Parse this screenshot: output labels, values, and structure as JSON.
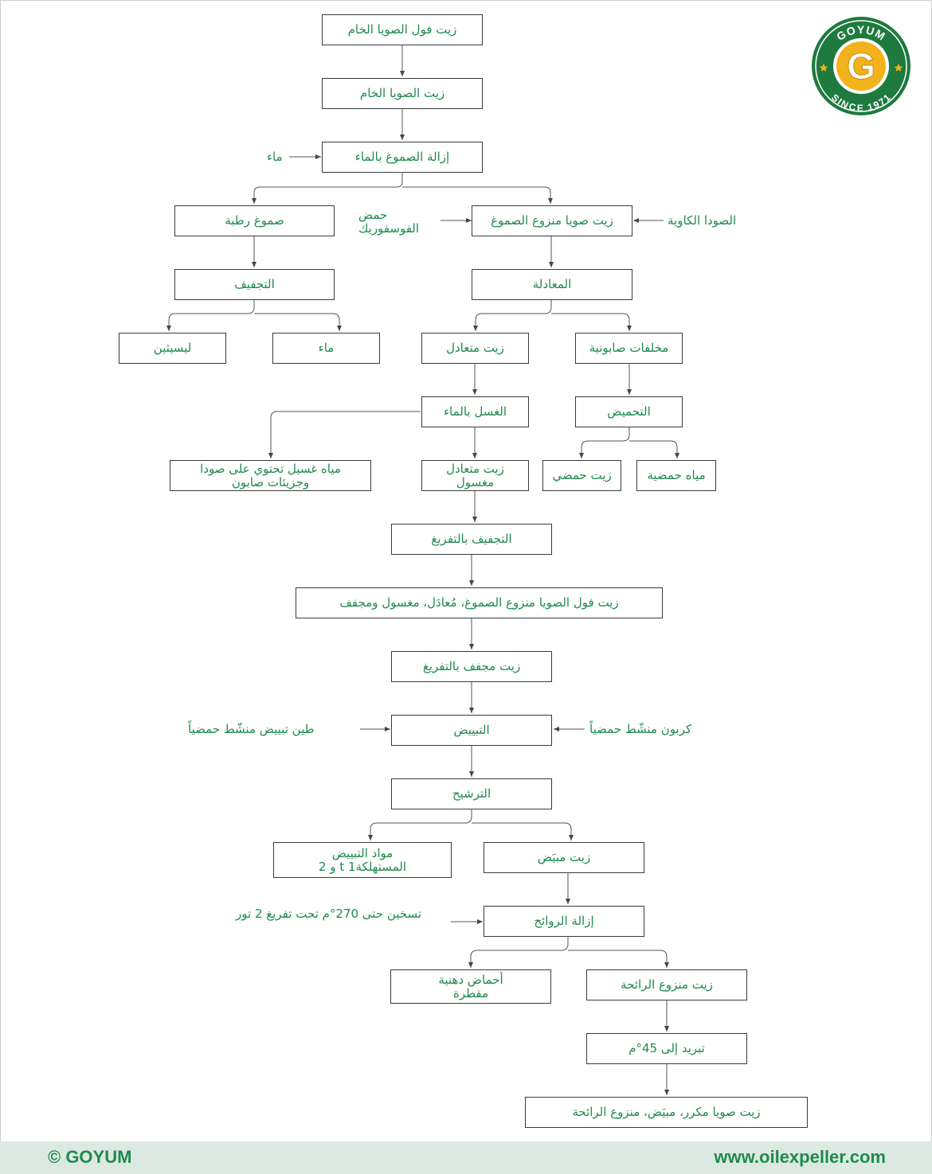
{
  "nodes": {
    "crude_soybean_oil_raw": "زيت فول الصويا الخام",
    "crude_soy_oil": "زيت الصويا الخام",
    "water_degumming": "إزالة الصموغ بالماء",
    "wet_gums": "صموغ رطبة",
    "degummed_oil": "زيت صويا منزوع الصموغ",
    "drying": "التجفيف",
    "neutralization": "المعادلة",
    "lecithin": "ليسيثين",
    "water_out": "ماء",
    "neutral_oil": "زيت متعادل",
    "soapstock": "مخلفات صابونية",
    "water_washing": "الغسل بالماء",
    "acidulation": "التحميض",
    "wash_water": "مياه غسيل تحتوي على صودا وجزيئات صابون",
    "washed_neutral_oil": "زيت متعادل مغسول",
    "acid_oil": "زيت حمضي",
    "acid_water": "مياه حمضية",
    "vacuum_drying": "التجفيف بالتفريغ",
    "dnwd_oil": "زيت فول الصويا منزوع الصموغ، مُعادَل، مغسول ومجفف",
    "vacuum_dried_oil": "زيت مجفف بالتفريغ",
    "bleaching": "التبييض",
    "filtration": "الترشيح",
    "spent_bleaching": "مواد التبييض المستهلكةt 1 و 2",
    "bleached_oil": "زيت مبيَض",
    "deodorization": "إزالة الروائح",
    "fatty_acid_distillate": "أحماض دهنية مقطرة",
    "deodorized_oil": "زيت منزوع الرائحة",
    "cooling": "تبريد إلى 45°م",
    "final_oil": "زيت صويا مكرر، مبيَض، منزوع الرائحة"
  },
  "inputs": {
    "water_in": "ماء",
    "phosphoric_acid": "حمض الفوسفوريك",
    "caustic_soda": "الصودا الكاوية",
    "bleaching_clay": "طين تبييض منشّط حمضياً",
    "activated_carbon": "كربون منشّط حمضياً",
    "heating_vacuum": "تسخين حتى 270°م تحت تفريغ 2 تور"
  },
  "logo": {
    "brand": "GOYUM",
    "letter": "G",
    "since": "SINCE 1971"
  },
  "footer": {
    "copyright": "© GOYUM",
    "website": "www.oilexpeller.com"
  },
  "colors": {
    "text_green": "#1f8a4c",
    "footer_bg": "#dce9e2",
    "logo_green": "#1e7a3e",
    "logo_gold": "#f2b21b"
  }
}
